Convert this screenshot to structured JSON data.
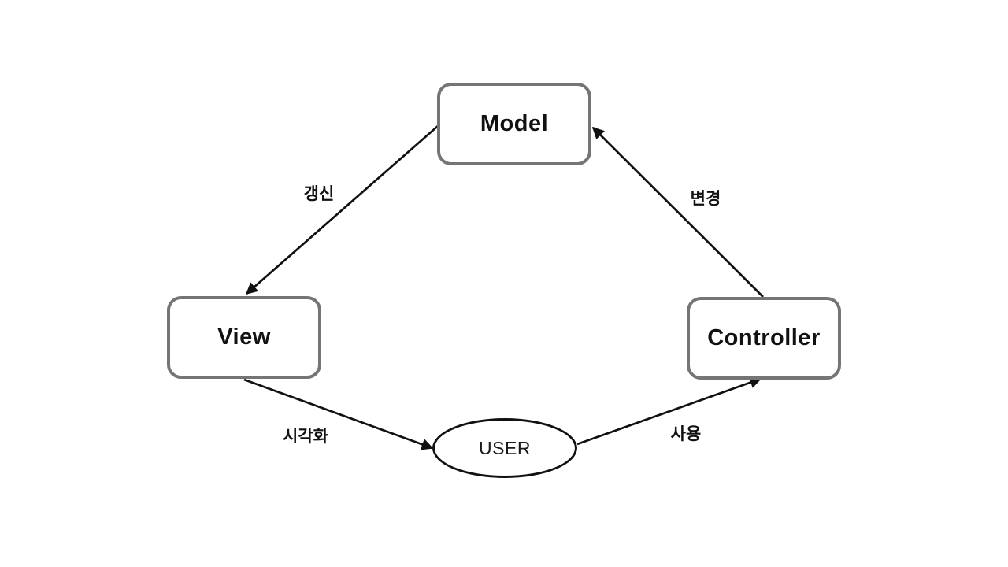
{
  "diagram": {
    "nodes": [
      {
        "id": "model",
        "label": "Model",
        "shape": "rounded-rect"
      },
      {
        "id": "view",
        "label": "View",
        "shape": "rounded-rect"
      },
      {
        "id": "controller",
        "label": "Controller",
        "shape": "rounded-rect"
      },
      {
        "id": "user",
        "label": "USER",
        "shape": "ellipse"
      }
    ],
    "edges": [
      {
        "from": "model",
        "to": "view",
        "label": "갱신"
      },
      {
        "from": "controller",
        "to": "model",
        "label": "변경"
      },
      {
        "from": "view",
        "to": "user",
        "label": "시각화"
      },
      {
        "from": "user",
        "to": "controller",
        "label": "사용"
      }
    ],
    "colors": {
      "background": "#ffffff",
      "box_border": "#757575",
      "ellipse_border": "#111111",
      "arrow": "#111111",
      "text": "#111111"
    }
  }
}
